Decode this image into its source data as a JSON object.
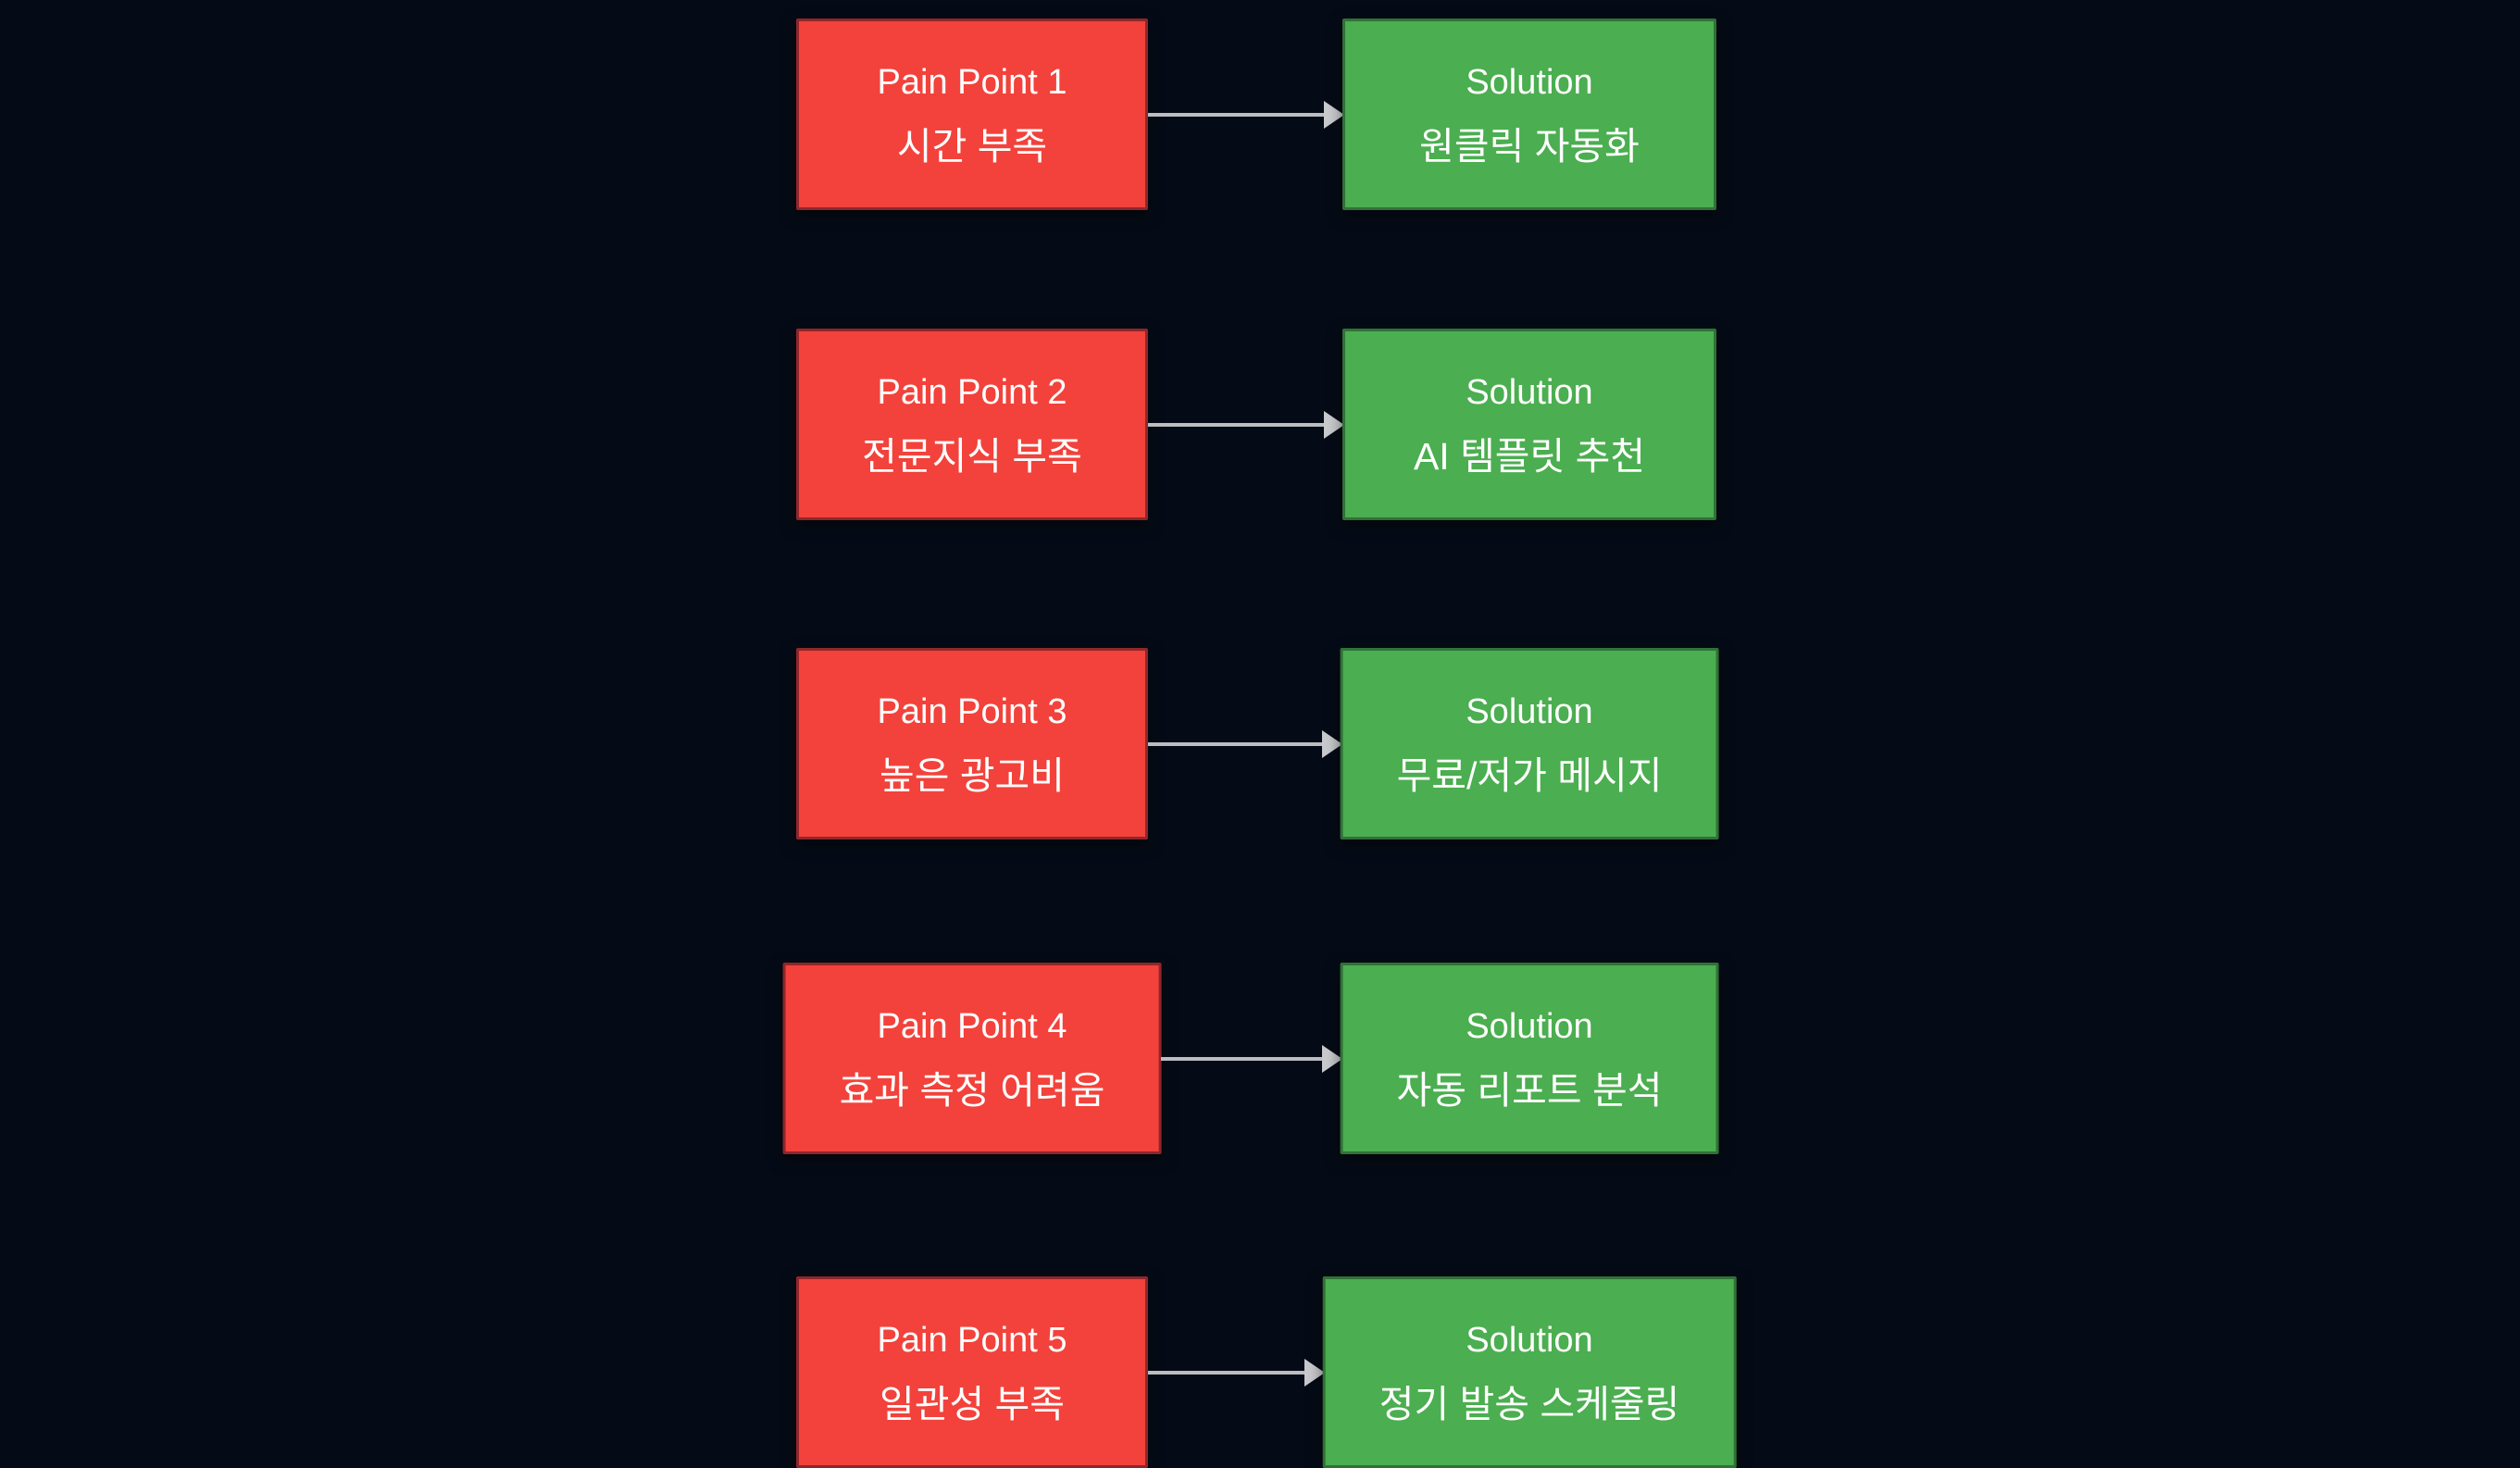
{
  "page": {
    "background_color": "#050b16",
    "text_color": "#ffffff"
  },
  "styles": {
    "pain_fill": "#f2423b",
    "pain_border": "#90262a",
    "solution_fill": "#4bae50",
    "solution_border": "#317138",
    "arrow_color": "#bcbdc0",
    "arrow_head_color": "#c9cacd",
    "arrow_icon": "arrow-right"
  },
  "diagram": {
    "rows": [
      {
        "pain": {
          "title": "Pain Point 1",
          "subtitle": "시간 부족"
        },
        "solution": {
          "title": "Solution",
          "subtitle": "원클릭 자동화"
        }
      },
      {
        "pain": {
          "title": "Pain Point 2",
          "subtitle": "전문지식 부족"
        },
        "solution": {
          "title": "Solution",
          "subtitle": "AI 템플릿 추천"
        }
      },
      {
        "pain": {
          "title": "Pain Point 3",
          "subtitle": "높은 광고비"
        },
        "solution": {
          "title": "Solution",
          "subtitle": "무료/저가 메시지"
        }
      },
      {
        "pain": {
          "title": "Pain Point 4",
          "subtitle": "효과 측정 어려움"
        },
        "solution": {
          "title": "Solution",
          "subtitle": "자동 리포트 분석"
        }
      },
      {
        "pain": {
          "title": "Pain Point 5",
          "subtitle": "일관성 부족"
        },
        "solution": {
          "title": "Solution",
          "subtitle": "정기 발송 스케줄링"
        }
      }
    ]
  }
}
